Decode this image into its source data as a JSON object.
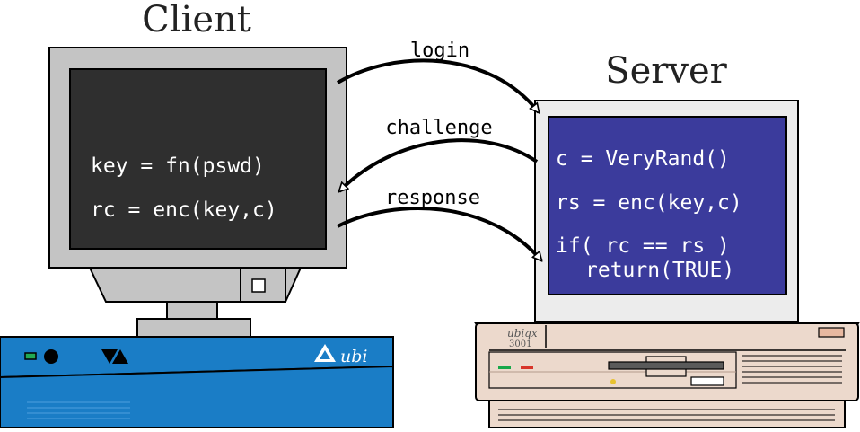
{
  "client": {
    "title": "Client",
    "code": [
      "key = fn(pswd)",
      "rc = enc(key,c)"
    ],
    "brand": "ubi"
  },
  "server": {
    "title": "Server",
    "code": [
      "c = VeryRand()",
      "rs = enc(key,c)",
      "if( rc == rs )",
      "return(TRUE)"
    ],
    "brand_name": "ubiqx",
    "model": "3001"
  },
  "arrows": {
    "login": "login",
    "challenge": "challenge",
    "response": "response"
  },
  "colors": {
    "client_screen": "#2f2f2f",
    "server_screen": "#3b3b9c",
    "client_case": "#1a7dc6",
    "server_case": "#ecd9cc",
    "monitor_bezel": "#c4c4c4"
  }
}
